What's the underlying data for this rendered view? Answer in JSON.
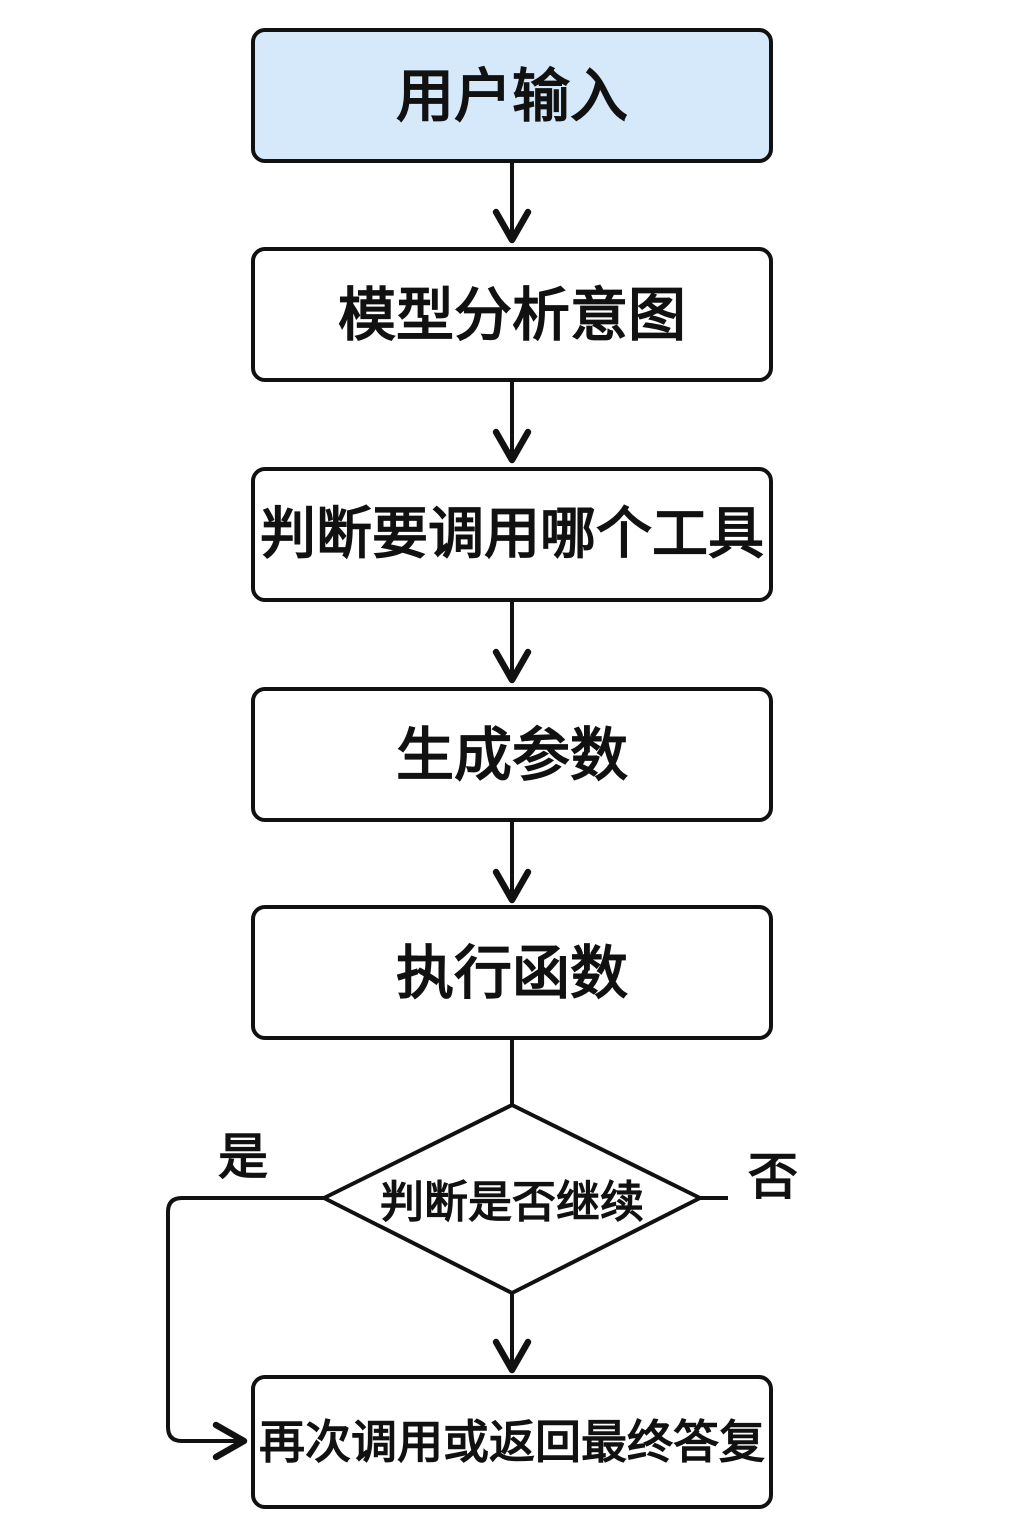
{
  "flowchart": {
    "nodes": [
      {
        "id": "user-input",
        "label": "用户输入"
      },
      {
        "id": "analyze-intent",
        "label": "模型分析意图"
      },
      {
        "id": "choose-tool",
        "label": "判断要调用哪个工具"
      },
      {
        "id": "generate-params",
        "label": "生成参数"
      },
      {
        "id": "execute-function",
        "label": "执行函数"
      },
      {
        "id": "final",
        "label": "再次调用或返回最终答复"
      }
    ],
    "decision": {
      "label": "判断是否继续"
    },
    "branch_labels": {
      "yes": "是",
      "no": "否"
    },
    "colors": {
      "start_fill": "#d6e9fa",
      "stroke": "#111111",
      "box_fill": "#ffffff"
    }
  }
}
